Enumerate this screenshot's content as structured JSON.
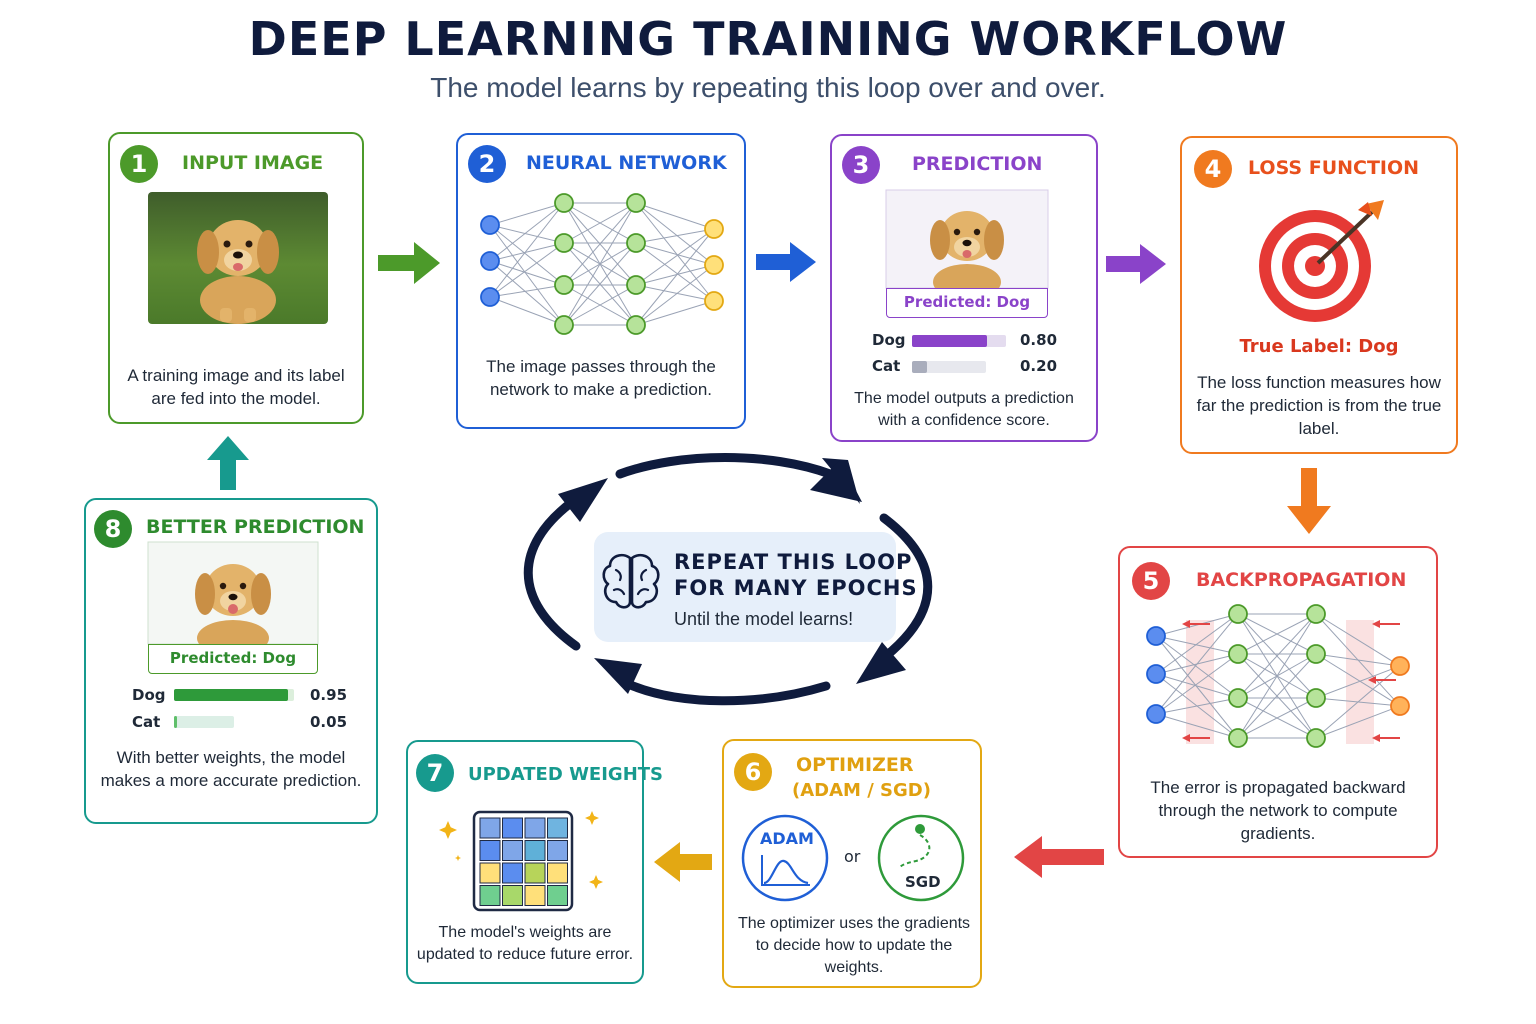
{
  "title": "DEEP LEARNING TRAINING WORKFLOW",
  "subtitle": "The model learns by repeating this loop over and over.",
  "colors": {
    "green": "#4c9a2a",
    "blue": "#1f5fd6",
    "purple": "#8a43c9",
    "orange": "#f07a1f",
    "red": "#e24545",
    "yellow": "#e3a813",
    "teal": "#179a8e",
    "navy": "#0f1b3d"
  },
  "steps": [
    {
      "number": "1",
      "title": "INPUT IMAGE",
      "description": "A training image and its label are fed into the model.",
      "image": "golden-retriever-puppy-photo"
    },
    {
      "number": "2",
      "title": "NEURAL NETWORK",
      "description": "The image passes through the network to make a prediction."
    },
    {
      "number": "3",
      "title": "PREDICTION",
      "predicted": "Predicted: Dog",
      "scores": [
        {
          "label": "Dog",
          "value": 0.8,
          "display": "0.80"
        },
        {
          "label": "Cat",
          "value": 0.2,
          "display": "0.20"
        }
      ],
      "description": "The model outputs a prediction with a confidence score."
    },
    {
      "number": "4",
      "title": "LOSS FUNCTION",
      "true_label": "True Label: Dog",
      "icon": "target-icon",
      "description": "The loss function measures how far the prediction is from the true label."
    },
    {
      "number": "5",
      "title": "BACKPROPAGATION",
      "description": "The error is propagated backward through the network to compute gradients."
    },
    {
      "number": "6",
      "title_line1": "OPTIMIZER",
      "title_line2": "(ADAM / SGD)",
      "adam": "ADAM",
      "or": "or",
      "sgd": "SGD",
      "description": "The optimizer uses the gradients to decide how to update the weights."
    },
    {
      "number": "7",
      "title": "UPDATED WEIGHTS",
      "icon": "weight-matrix-icon",
      "description": "The model's weights are updated to reduce future error."
    },
    {
      "number": "8",
      "title": "BETTER PREDICTION",
      "predicted": "Predicted: Dog",
      "scores": [
        {
          "label": "Dog",
          "value": 0.95,
          "display": "0.95"
        },
        {
          "label": "Cat",
          "value": 0.05,
          "display": "0.05"
        }
      ],
      "description": "With better weights, the model makes a more accurate prediction."
    }
  ],
  "center": {
    "line1": "REPEAT THIS LOOP",
    "line2": "FOR MANY EPOCHS",
    "sub": "Until the model learns!",
    "icon": "brain-icon"
  }
}
